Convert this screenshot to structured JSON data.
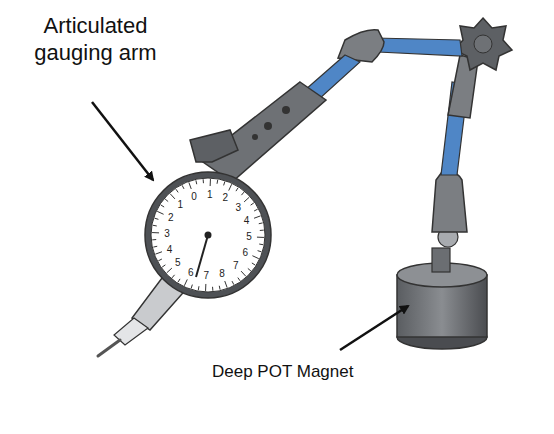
{
  "diagram": {
    "labels": [
      "Articulated gauging arm",
      "Deep POT Magnet",
      "0",
      "1",
      "2",
      "3",
      "4",
      "5",
      "6",
      "7",
      "8",
      "7",
      "6",
      "5",
      "4",
      "3",
      "2",
      "1"
    ]
  }
}
